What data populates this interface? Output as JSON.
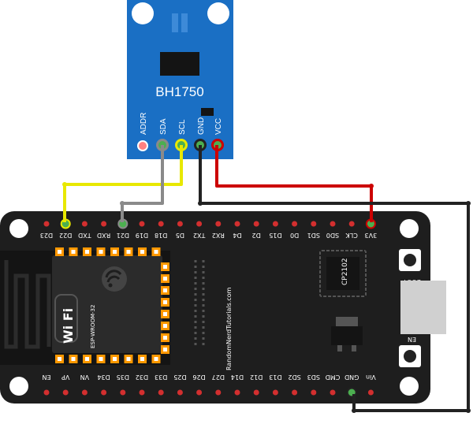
{
  "sensor": {
    "title": "BH1750",
    "pins": [
      "ADDR",
      "SDA",
      "SCL",
      "GND",
      "VCC"
    ]
  },
  "board": {
    "top_pins": [
      "D23",
      "D22",
      "TXD",
      "RXD",
      "D21",
      "D19",
      "D18",
      "D5",
      "TX2",
      "RX2",
      "D4",
      "D2",
      "D15",
      "D0",
      "SD1",
      "SD0",
      "CLK",
      "3V3"
    ],
    "bottom_pins": [
      "EN",
      "VP",
      "VN",
      "D34",
      "D35",
      "D32",
      "D33",
      "D25",
      "D26",
      "D27",
      "D14",
      "D12",
      "D13",
      "SD2",
      "SD3",
      "CMD",
      "GND",
      "Vin"
    ],
    "module_label": "ESP-WROOM-32",
    "wifi_label": "Wi Fi",
    "chip_label": "CP2102",
    "watermark": "RandomNerdTutorials.com",
    "boot_label": "BOOT",
    "en_label": "EN"
  },
  "wires": [
    {
      "from": "VCC",
      "to": "3V3",
      "color": "#cc0000"
    },
    {
      "from": "GND",
      "to": "GND",
      "color": "#222222"
    },
    {
      "from": "SCL",
      "to": "D22",
      "color": "#e8e800"
    },
    {
      "from": "SDA",
      "to": "D21",
      "color": "#8a8a8a"
    }
  ],
  "colors": {
    "board": "#1e1e1e",
    "sensor": "#1a6fc4",
    "pin_green": "#4caf50",
    "pin_red": "#d32f2f",
    "pad_orange": "#ff9800"
  }
}
